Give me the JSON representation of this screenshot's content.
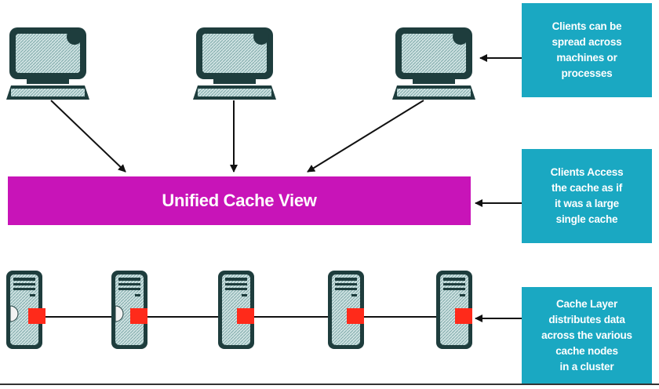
{
  "diagram": {
    "center_label": "Unified Cache View",
    "callouts": [
      {
        "id": "clients",
        "lines": [
          "Clients can be",
          "spread across",
          "machines or",
          "processes"
        ]
      },
      {
        "id": "access",
        "lines": [
          "Clients Access",
          "the cache as if",
          "it was a large",
          "single cache"
        ]
      },
      {
        "id": "cache",
        "lines": [
          "Cache Layer",
          "distributes data",
          "across the various",
          "cache nodes",
          "in a cluster"
        ]
      }
    ],
    "clients": [
      {
        "icon": "desktop-computer-icon"
      },
      {
        "icon": "desktop-computer-icon"
      },
      {
        "icon": "desktop-computer-icon"
      }
    ],
    "cache_nodes": [
      {
        "icon": "server-tower-icon"
      },
      {
        "icon": "server-tower-icon"
      },
      {
        "icon": "server-tower-icon"
      },
      {
        "icon": "server-tower-icon"
      },
      {
        "icon": "server-tower-icon"
      }
    ],
    "colors": {
      "callout_bg": "#1aa8c2",
      "unified_bar": "#c814b8",
      "monitor_body": "#1e3d3d",
      "screen_pattern": "#8fb9b9",
      "node_marker": "#ff2a1a"
    }
  }
}
